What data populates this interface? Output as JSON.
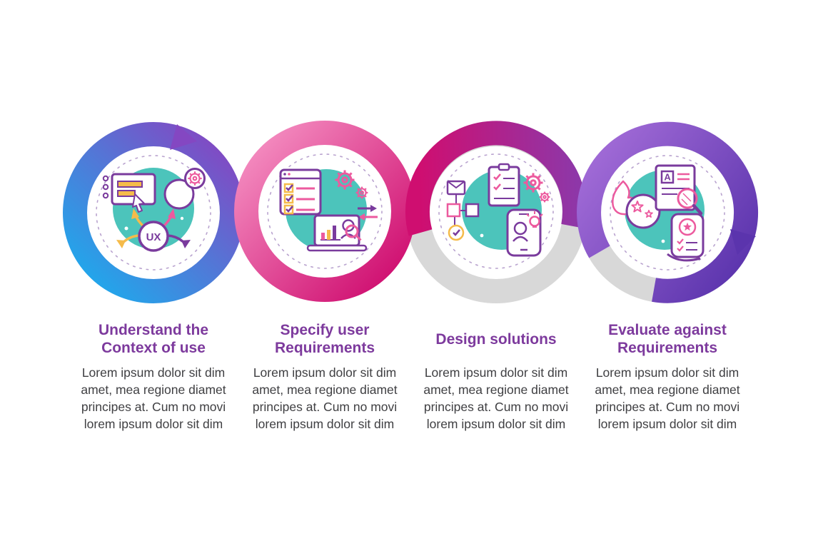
{
  "infographic": {
    "type": "process-infographic",
    "subject": "UX design process loop with four connected steps",
    "colors": {
      "step1_ring_start": "#1fa9ec",
      "step1_ring_end": "#8447c2",
      "step2_ring_start": "#f286bc",
      "step2_ring_end": "#cf0e70",
      "wave_ribbon_end": "#8e37a8",
      "step4_ring_start": "#a06ad6",
      "step4_ring_end": "#5b34ad",
      "inactive_ring_gray": "#d8d8d8",
      "icon_backdrop_teal": "#4cc4bb",
      "dashed_outline": "#b9a3cf",
      "title_text": "#7d3a9d",
      "body_text": "#3f3f42",
      "icon_line_purple": "#7a3b9d",
      "icon_line_pink": "#ec5a9e",
      "icon_accent_yellow": "#f5bb4a"
    },
    "steps": [
      {
        "title": "Understand the\nContext of use",
        "description": "Lorem ipsum dolor sit dim\namet, mea regione diamet\nprincipes at. Cum no movi\nlorem ipsum dolor sit dim",
        "icon": "ux-context-of-use-icon",
        "badge": "UX"
      },
      {
        "title": "Specify user\nRequirements",
        "description": "Lorem ipsum dolor sit dim\namet, mea regione diamet\nprincipes at. Cum no movi\nlorem ipsum dolor sit dim",
        "icon": "specify-user-requirements-icon"
      },
      {
        "title": "Design solutions",
        "description": "Lorem ipsum dolor sit dim\namet, mea regione diamet\nprincipes at. Cum no movi\nlorem ipsum dolor sit dim",
        "icon": "design-solutions-icon"
      },
      {
        "title": "Evaluate against\nRequirements",
        "description": "Lorem ipsum dolor sit dim\namet, mea regione diamet\nprincipes at. Cum no movi\nlorem ipsum dolor sit dim",
        "icon": "evaluate-against-requirements-icon",
        "doc_letter": "A"
      }
    ]
  }
}
